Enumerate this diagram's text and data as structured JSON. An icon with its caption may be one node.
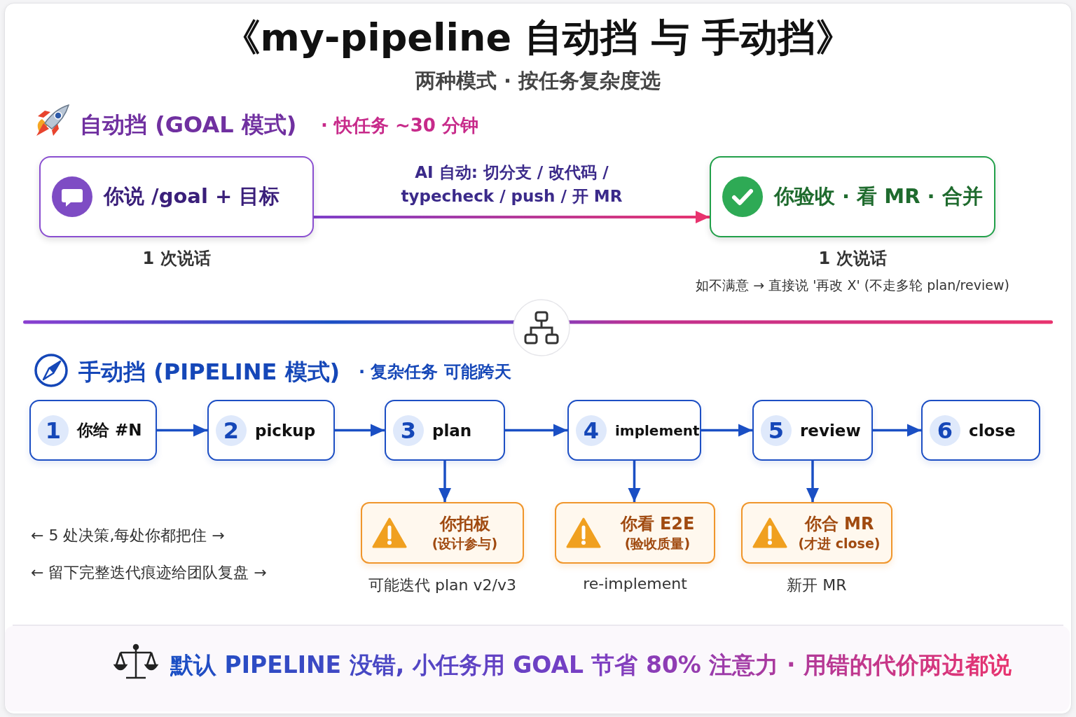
{
  "diagram": {
    "title": "《my-pipeline 自动挡 与 手动挡》",
    "nodes": [
      {
        "text": [
          "你说 /goal + 目标"
        ],
        "beside": [
          "1 次说话"
        ]
      },
      {
        "text": [
          "你验收 · 看 MR · 合并"
        ],
        "beside": [
          "1 次说话",
          "如不满意 → 直接说 '再改 X' (不走多轮 plan/review)"
        ]
      },
      {
        "text": [
          "1",
          "你给 #N"
        ]
      },
      {
        "text": [
          "2",
          "pickup"
        ]
      },
      {
        "text": [
          "3",
          "plan"
        ]
      },
      {
        "text": [
          "4",
          "implement"
        ]
      },
      {
        "text": [
          "5",
          "review"
        ]
      },
      {
        "text": [
          "6",
          "close"
        ]
      },
      {
        "text": [
          "你拍板",
          "(设计参与)"
        ],
        "beside": [
          "可能迭代 plan v2/v3"
        ]
      },
      {
        "text": [
          "你看 E2E",
          "(验收质量)"
        ],
        "beside": [
          "re-implement"
        ]
      },
      {
        "text": [
          "你合 MR",
          "(才进 close)"
        ],
        "beside": [
          "新开 MR"
        ]
      }
    ],
    "edges": [
      {
        "from": 0,
        "to": 1,
        "arrow": "to",
        "label": "AI 自动: 切分支 / 改代码 / typecheck / push / 开 MR",
        "color": "#e8336e"
      },
      {
        "from": 2,
        "to": 3,
        "arrow": "to"
      },
      {
        "from": 3,
        "to": 4,
        "arrow": "to"
      },
      {
        "from": 4,
        "to": 5,
        "arrow": "to"
      },
      {
        "from": 5,
        "to": 6,
        "arrow": "to"
      },
      {
        "from": 6,
        "to": 7,
        "arrow": "to"
      },
      {
        "from": 4,
        "to": 8,
        "arrow": "to"
      },
      {
        "from": 5,
        "to": 9,
        "arrow": "to"
      },
      {
        "from": 6,
        "to": 10,
        "arrow": "to"
      }
    ],
    "labels": [
      "两种模式 · 按任务复杂度选",
      "自动挡 (GOAL 模式)",
      "· 快任务 ~30 分钟",
      "手动挡 (PIPELINE 模式)",
      "· 复杂任务 可能跨天",
      "← 5 处决策,每处你都把住 →",
      "← 留下完整迭代痕迹给团队复盘 →",
      "默认 PIPELINE 没错, 小任务用 GOAL 节省 80% 注意力 · 用错的代价两边都说"
    ]
  }
}
